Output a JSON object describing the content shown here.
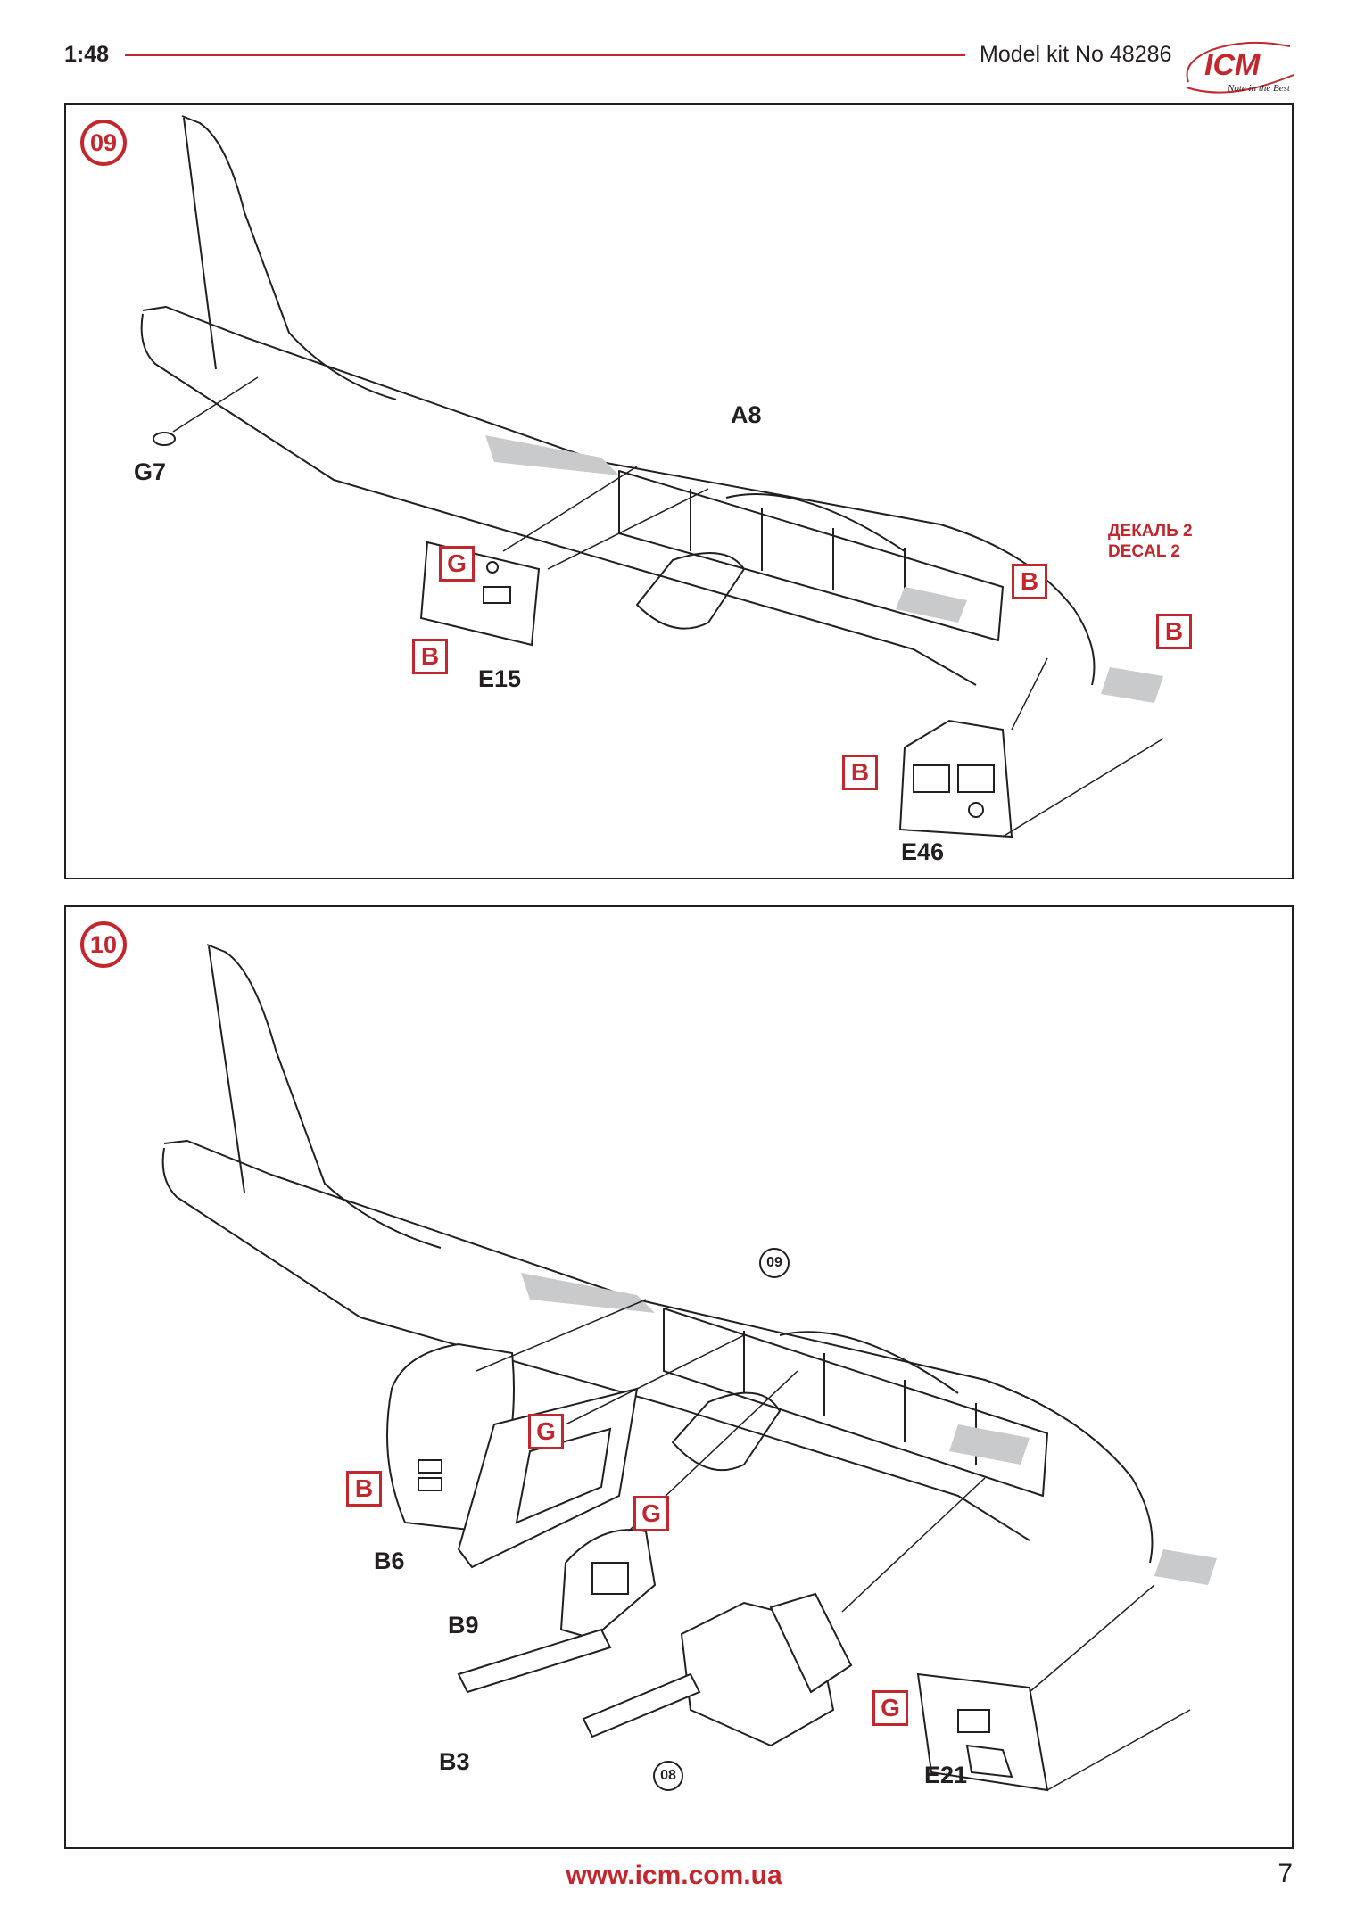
{
  "header": {
    "scale": "1:48",
    "kit_number": "Model kit No 48286",
    "logo_name": "icm-logo",
    "logo_text": "ICM",
    "logo_tagline": "Note in the Best",
    "accent_color": "#c1272d"
  },
  "step09": {
    "number": "09",
    "parts": {
      "a8": "A8",
      "g7": "G7",
      "e15": "E15",
      "e46": "E46"
    },
    "colors": {
      "g": "G",
      "b_e15": "B",
      "b_decal_left": "B",
      "b_decal_right": "B",
      "b_e46": "B"
    },
    "decal": {
      "line1": "ДЕКАЛЬ 2",
      "line2": "DECAL 2"
    }
  },
  "step10": {
    "number": "10",
    "ref_09": "09",
    "ref_08": "08",
    "parts": {
      "b6": "B6",
      "b9": "B9",
      "b3": "B3",
      "e21": "E21"
    },
    "colors": {
      "b_b6": "B",
      "g_b6": "G",
      "g_b9": "G",
      "g_e21": "G"
    }
  },
  "footer": {
    "url": "www.icm.com.ua",
    "page_number": "7"
  }
}
